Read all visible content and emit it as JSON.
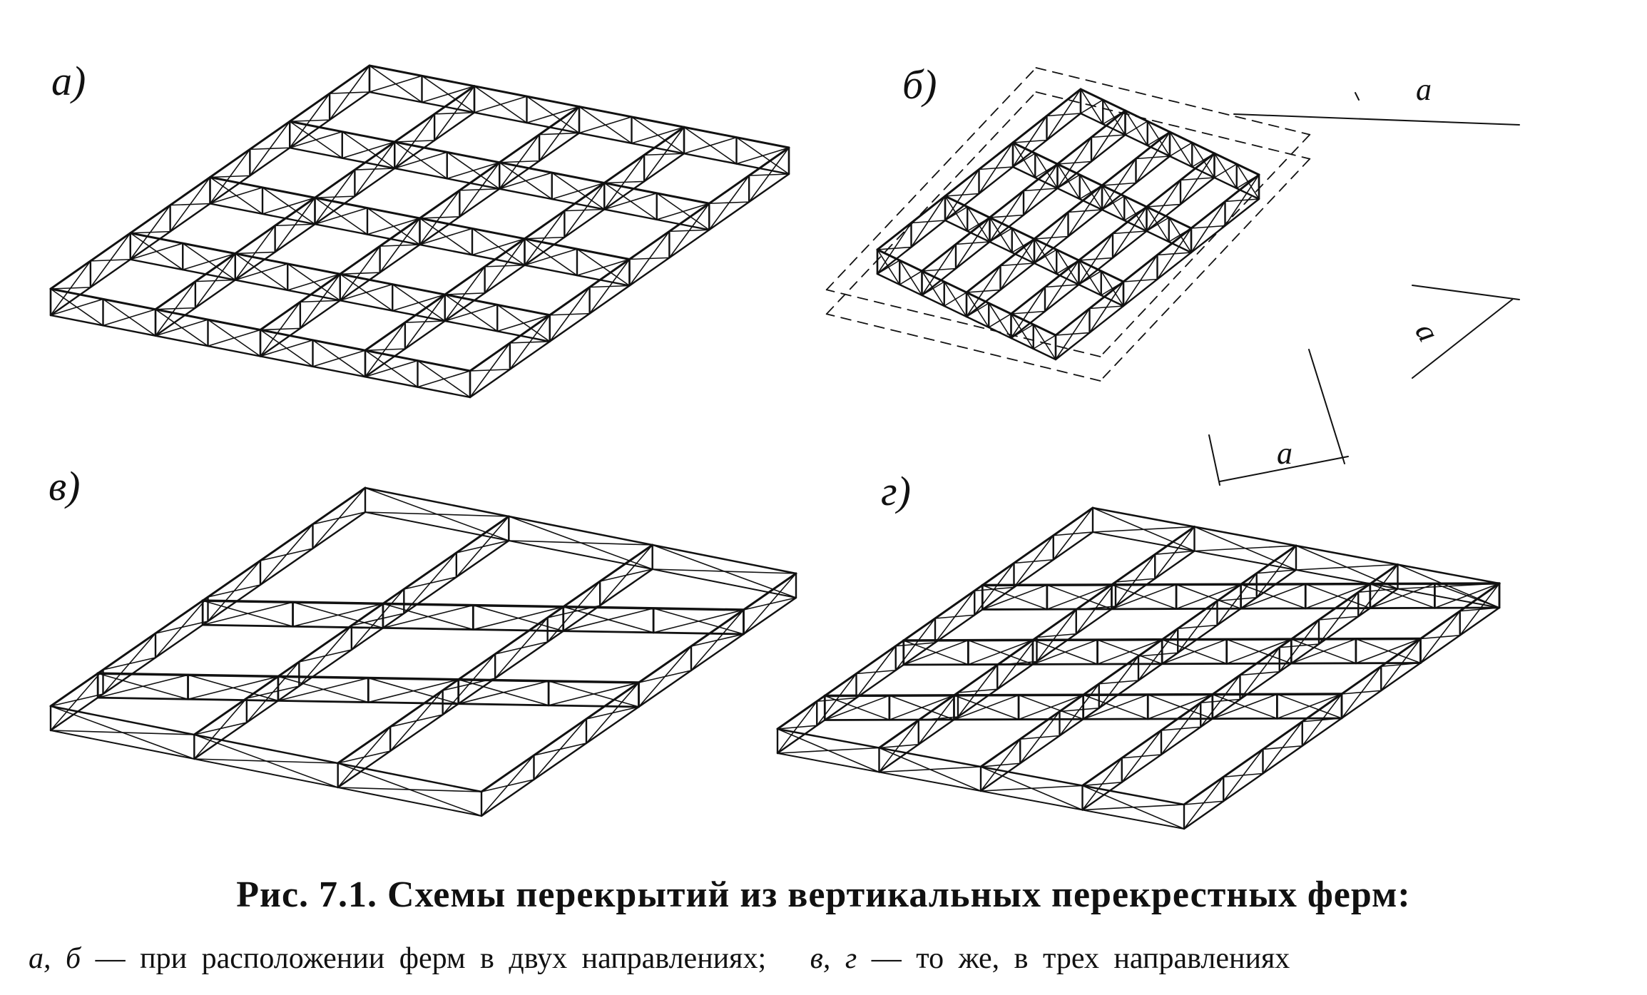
{
  "panels": [
    {
      "label": "а)",
      "directions": 2
    },
    {
      "label": "б)",
      "directions": 2,
      "dimensions": [
        "a",
        "a",
        "a"
      ]
    },
    {
      "label": "в)",
      "directions": 3
    },
    {
      "label": "г)",
      "directions": 3
    }
  ],
  "caption": {
    "title": "Рис. 7.1. Схемы перекрытий из вертикальных перекрестных ферм:",
    "ab_letters": "а, б",
    "ab_text": "— при расположении ферм в двух направлениях;",
    "vg_letters": "в, г",
    "vg_text": "— то же, в трех направлениях"
  },
  "colors": {
    "ink": "#111111",
    "paper": "#ffffff"
  }
}
